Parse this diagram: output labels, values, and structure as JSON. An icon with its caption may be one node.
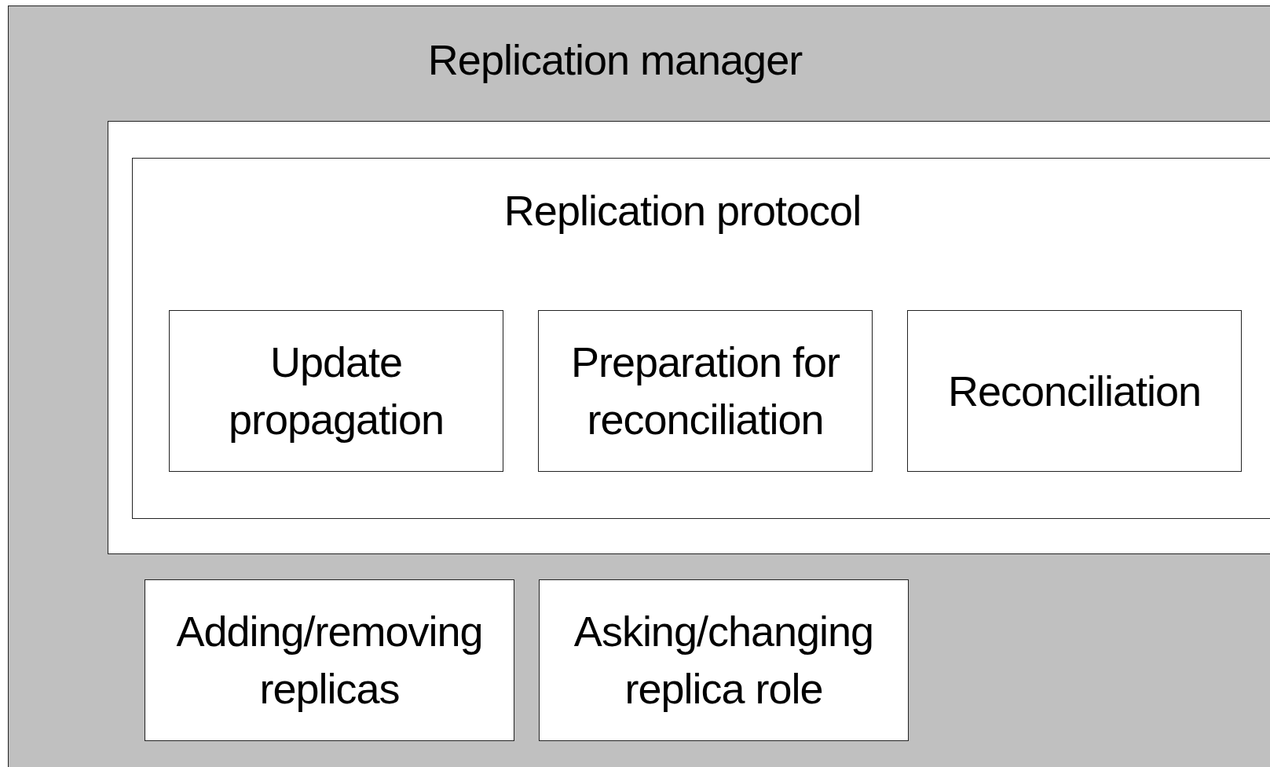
{
  "diagram": {
    "nodes": [
      {
        "text": [
          "Replication manager"
        ]
      },
      {
        "text": [],
        "shape": "box",
        "in": 0
      },
      {
        "text": [
          "Replication protocol"
        ],
        "in": 1
      },
      {
        "text": [
          "Update propagation"
        ],
        "in": 2
      },
      {
        "text": [
          "Preparation for reconciliation"
        ],
        "in": 2
      },
      {
        "text": [
          "Reconciliation"
        ],
        "in": 2
      },
      {
        "text": [
          "Adding/removing replicas"
        ],
        "in": 0
      },
      {
        "text": [
          "Asking/changing replica role"
        ],
        "in": 0
      }
    ],
    "edges": []
  }
}
